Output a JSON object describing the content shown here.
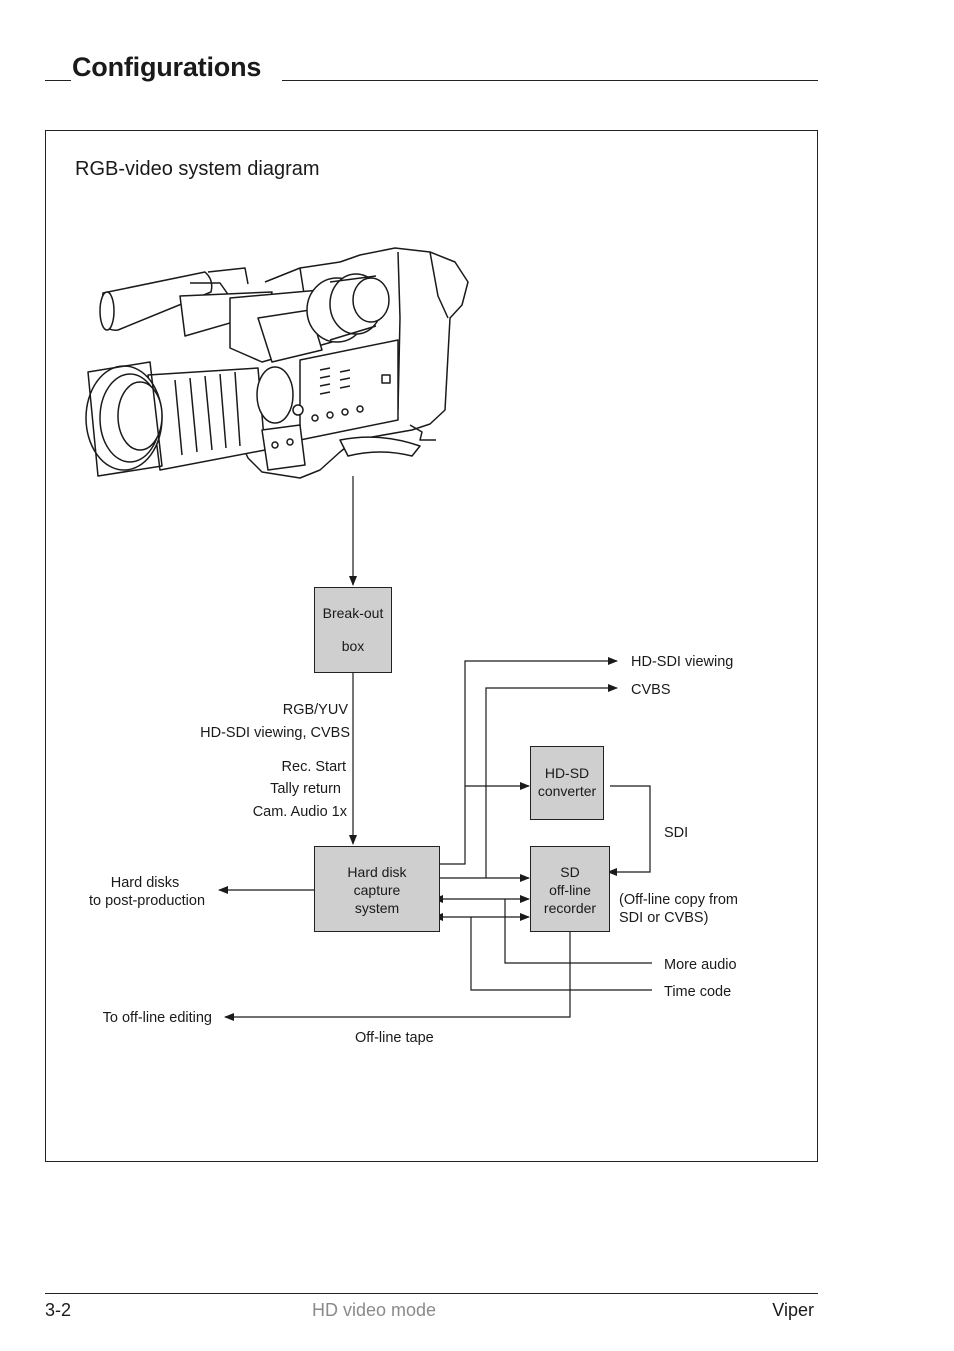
{
  "page": {
    "heading": "Configurations",
    "diagram_title": "RGB-video system diagram"
  },
  "blocks": {
    "breakout_line1": "Break-out",
    "breakout_line2": "box",
    "capture_line1": "Hard disk",
    "capture_line2": "capture",
    "capture_line3": "system",
    "converter_line1": "HD-SD",
    "converter_line2": "converter",
    "recorder_line1": "SD",
    "recorder_line2": "off-line",
    "recorder_line3": "recorder"
  },
  "labels": {
    "rgb_yuv": "RGB/YUV",
    "hdsdi_cvbs": "HD-SDI viewing, CVBS",
    "rec_start": "Rec. Start",
    "tally_return": "Tally return",
    "cam_audio": "Cam. Audio 1x",
    "hdsdi_viewing": "HD-SDI viewing",
    "cvbs": "CVBS",
    "sdi": "SDI",
    "offline_copy_1": "(Off-line copy from",
    "offline_copy_2": "SDI or CVBS)",
    "hard_disks_1": "Hard disks",
    "hard_disks_2": "to post-production",
    "more_audio": "More audio",
    "time_code": "Time code",
    "to_offline_editing": "To off-line editing",
    "offline_tape": "Off-line tape"
  },
  "footer": {
    "page_number": "3-2",
    "section": "HD video mode",
    "product": "Viper"
  },
  "colors": {
    "block_fill": "#cfcfcf",
    "footer_section_text": "#8a8a8a",
    "line": "#1a1a1a"
  }
}
